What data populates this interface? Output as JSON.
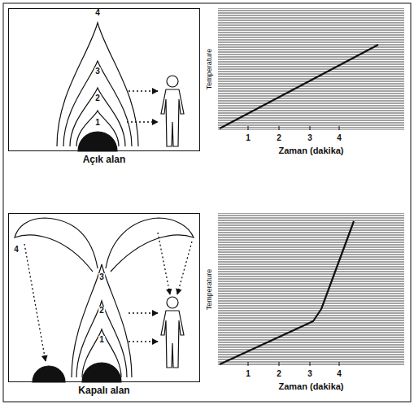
{
  "diagram": {
    "nodes": [
      {
        "text": [
          "Açık alan"
        ]
      },
      {
        "text": [
          "Temperature",
          "Zaman (dakika)"
        ]
      },
      {
        "text": [
          "Kapalı alan"
        ]
      },
      {
        "text": [
          "Temperature",
          "Zaman (dakika)"
        ]
      }
    ],
    "labels": [
      "4",
      "3",
      "2",
      "1",
      "1",
      "2",
      "3",
      "4",
      "4",
      "3",
      "2",
      "1",
      "1",
      "2",
      "3",
      "4"
    ]
  }
}
